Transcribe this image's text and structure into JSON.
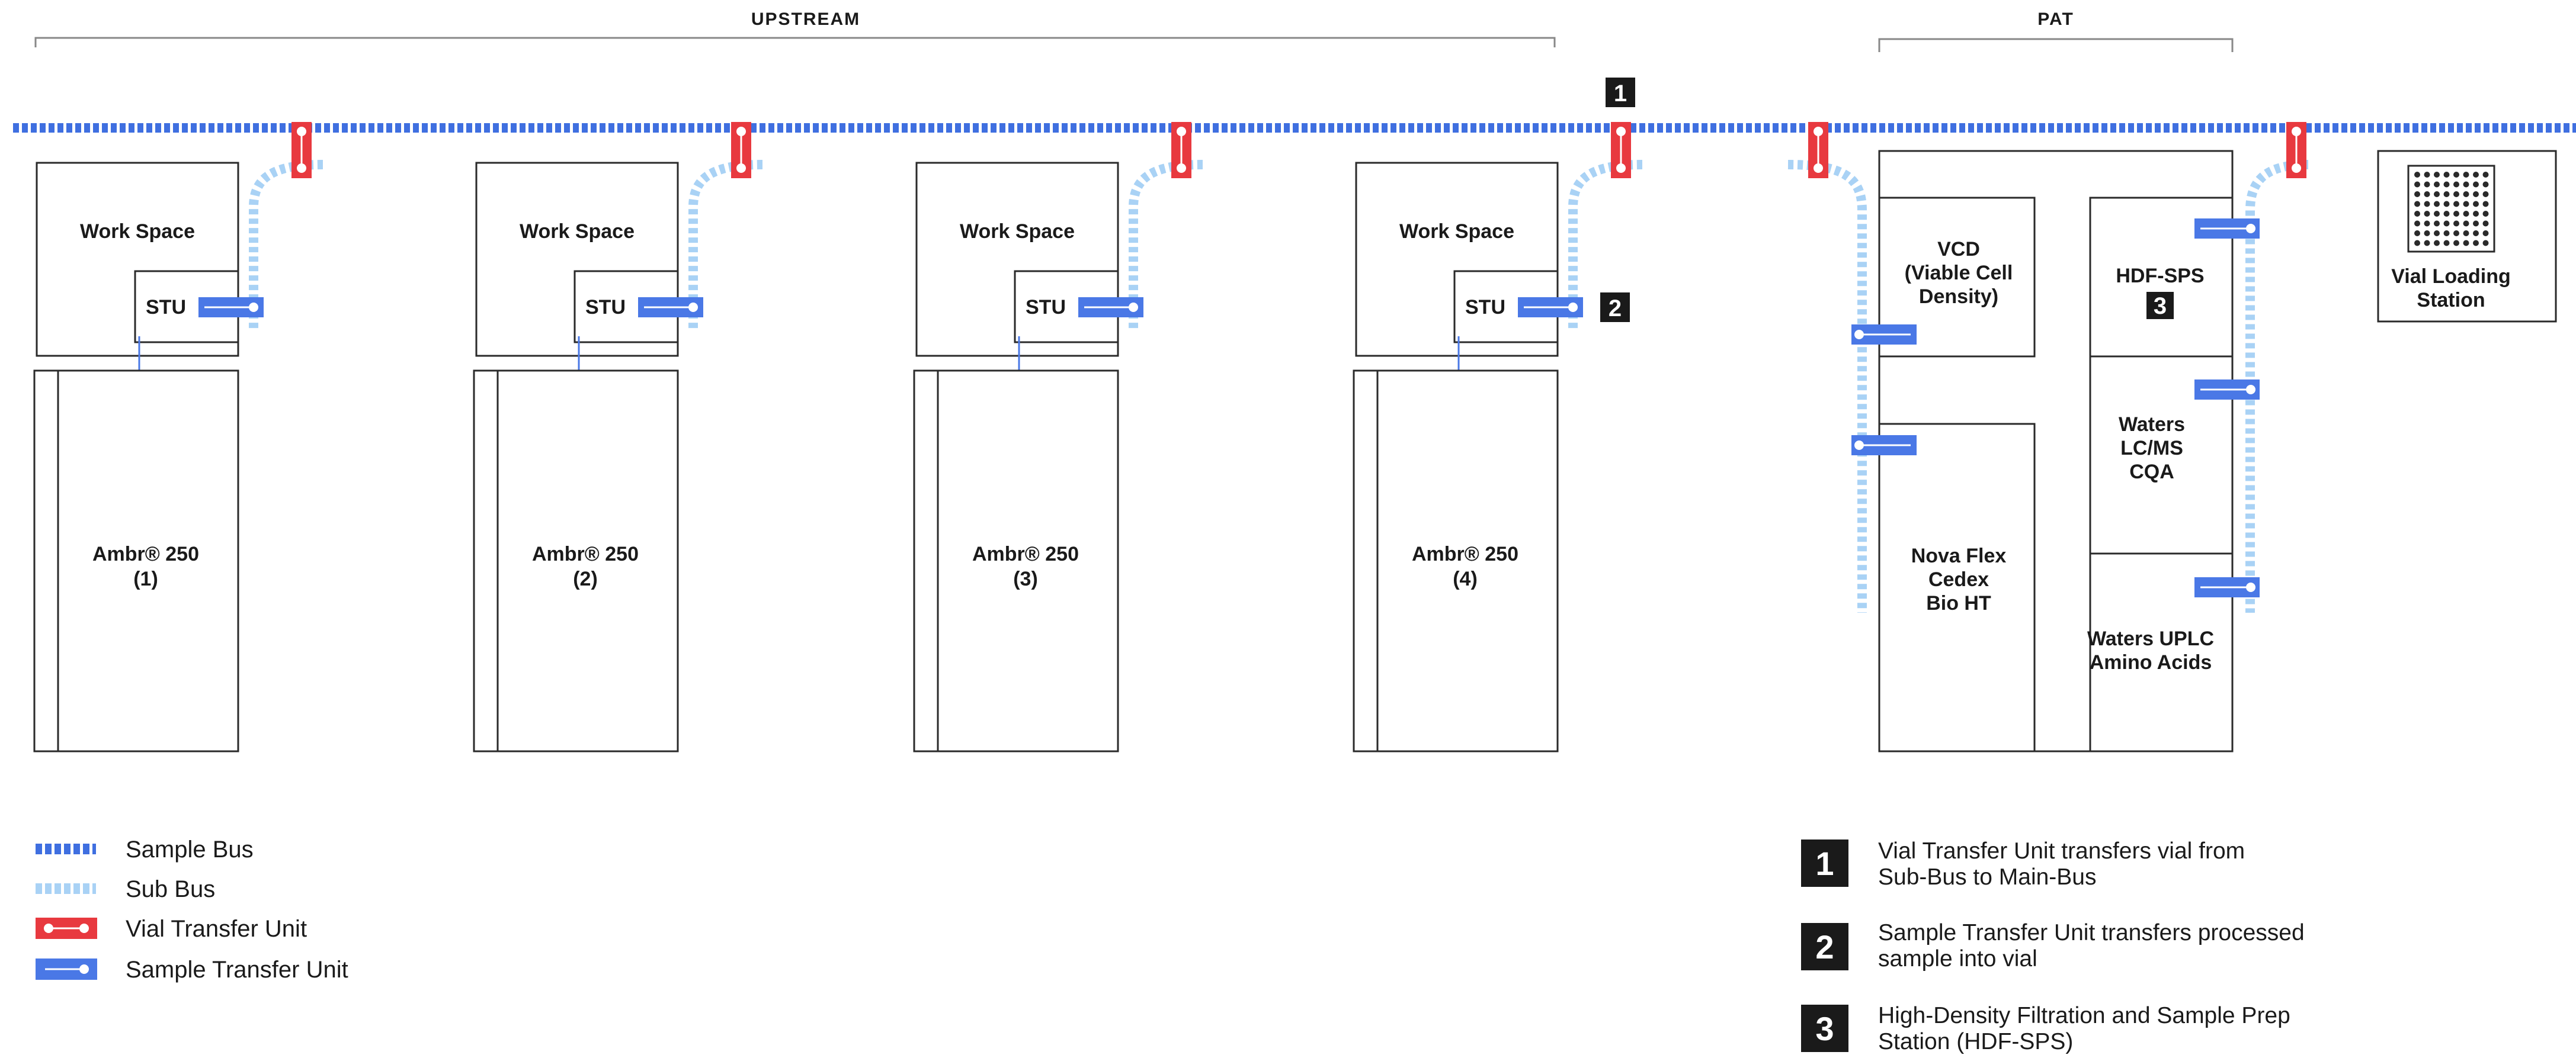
{
  "sections": {
    "upstream": "UPSTREAM",
    "pat": "PAT"
  },
  "bioreactor_units": [
    {
      "workspace": "Work Space",
      "stu": "STU",
      "ambr_line1": "Ambr® 250",
      "ambr_line2": "(1)"
    },
    {
      "workspace": "Work Space",
      "stu": "STU",
      "ambr_line1": "Ambr® 250",
      "ambr_line2": "(2)"
    },
    {
      "workspace": "Work Space",
      "stu": "STU",
      "ambr_line1": "Ambr® 250",
      "ambr_line2": "(3)"
    },
    {
      "workspace": "Work Space",
      "stu": "STU",
      "ambr_line1": "Ambr® 250",
      "ambr_line2": "(4)"
    }
  ],
  "pat_modules": {
    "vcd": [
      "VCD",
      "(Viable Cell",
      "Density)"
    ],
    "nova": [
      "Nova Flex",
      "Cedex",
      "Bio HT"
    ],
    "hdf": [
      "HDF-SPS"
    ],
    "waters_lcms": [
      "Waters",
      "LC/MS",
      "CQA"
    ],
    "waters_uplc": [
      "Waters UPLC",
      "Amino Acids"
    ]
  },
  "vial_station": [
    "Vial Loading",
    "Station"
  ],
  "badges": {
    "b1": "1",
    "b2": "2",
    "b3": "3"
  },
  "legend": {
    "sample_bus": "Sample Bus",
    "sub_bus": "Sub Bus",
    "vial_transfer_unit": "Vial Transfer Unit",
    "sample_transfer_unit": "Sample Transfer Unit"
  },
  "notes": [
    {
      "num": "1",
      "line1": "Vial Transfer Unit transfers vial from",
      "line2": "Sub-Bus to Main-Bus"
    },
    {
      "num": "2",
      "line1": "Sample Transfer Unit transfers processed",
      "line2": "sample into vial"
    },
    {
      "num": "3",
      "line1": "High-Density Filtration and Sample Prep",
      "line2": "Station (HDF-SPS)"
    }
  ],
  "colors": {
    "sample_bus": "#3f6fe0",
    "sub_bus": "#a9d2f5",
    "vial_transfer_unit": "#e8393f",
    "sample_transfer_unit": "#4a78e6",
    "outline": "#2a2a2a",
    "badge": "#1a1a1a"
  }
}
